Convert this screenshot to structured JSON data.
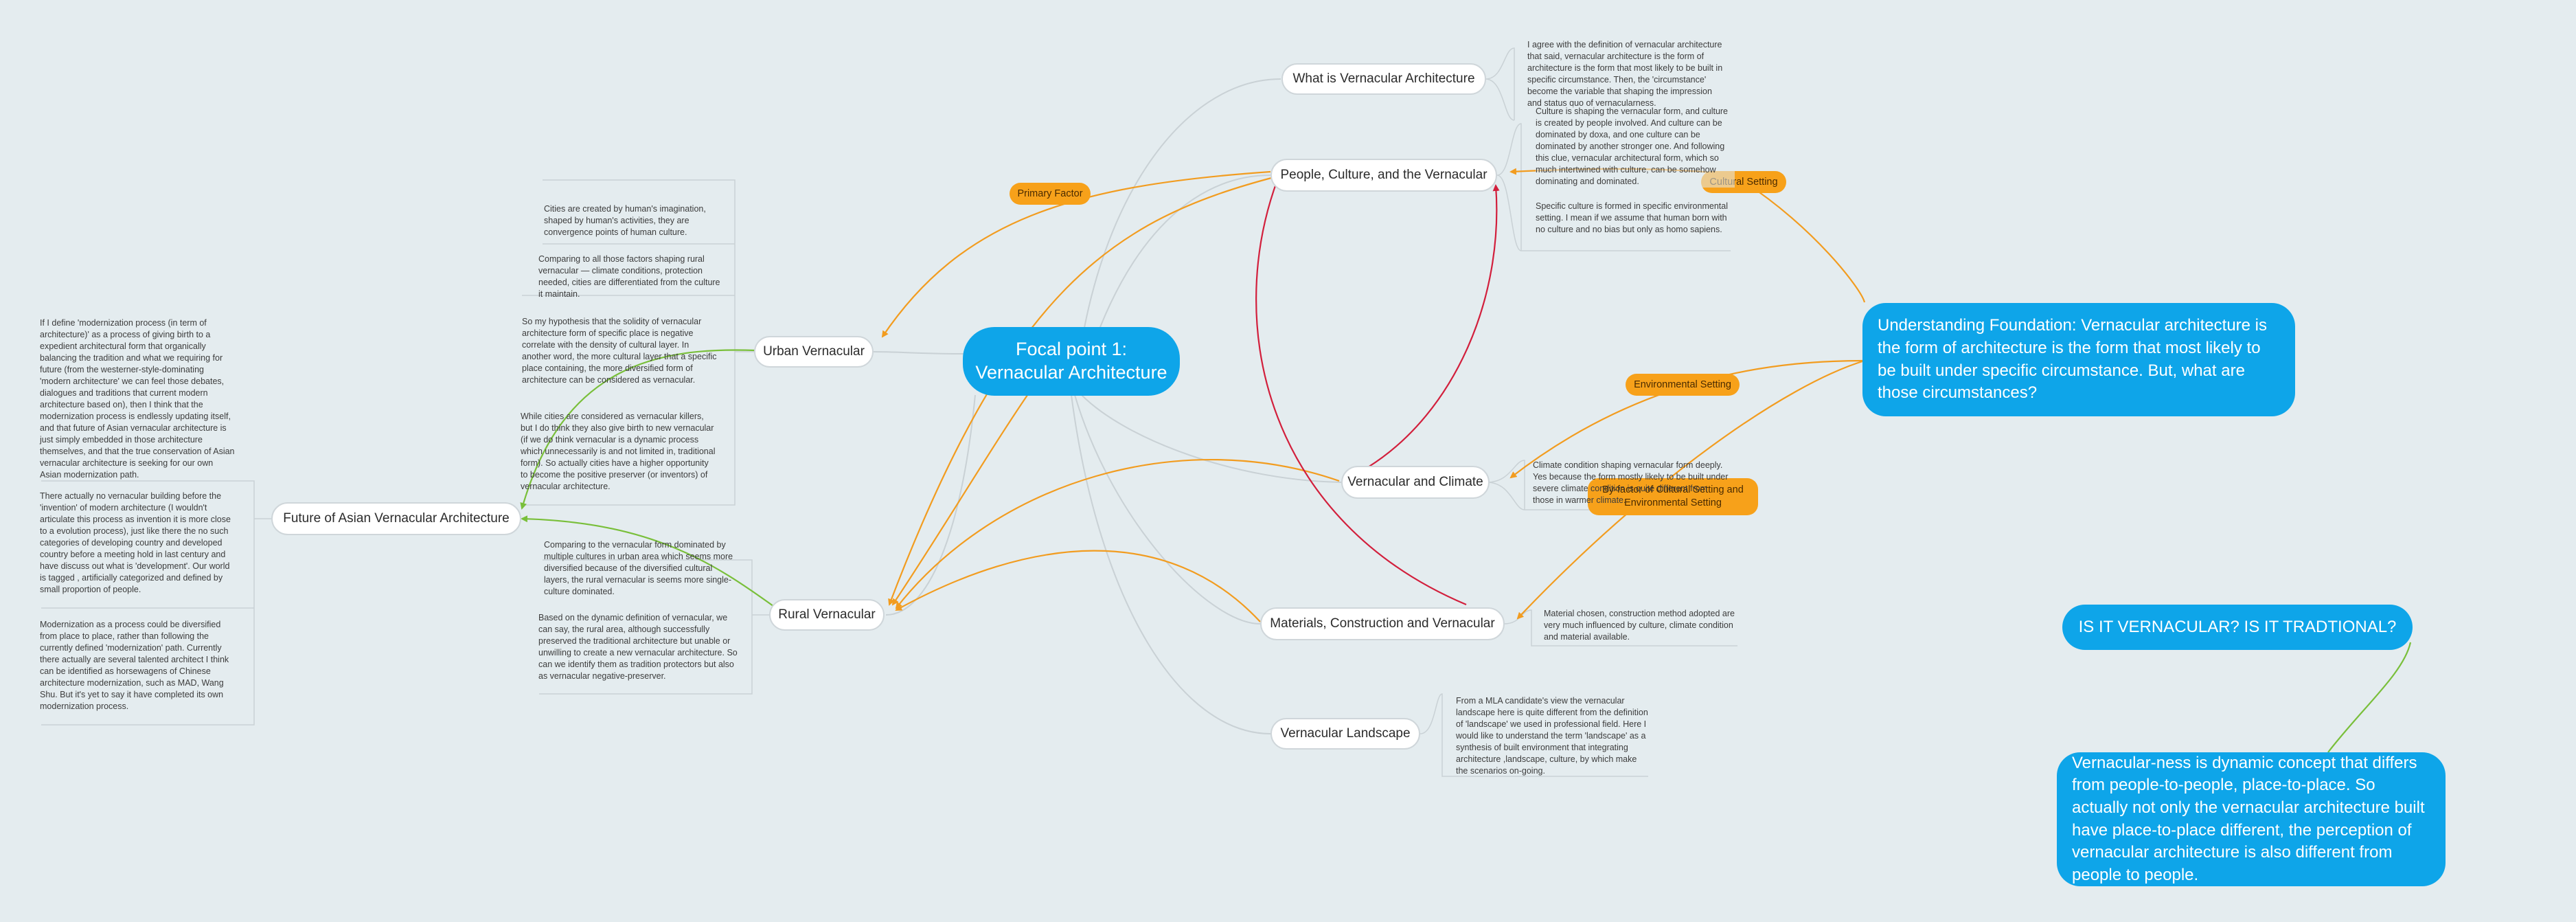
{
  "central": {
    "label": "Focal point 1: Vernacular Architecture"
  },
  "branches": {
    "what_is": "What is Vernacular Architecture",
    "people_culture": "People, Culture, and the Vernacular",
    "urban": "Urban Vernacular",
    "climate": "Vernacular and Climate",
    "materials": "Materials, Construction and Vernacular",
    "landscape": "Vernacular Landscape",
    "rural": "Rural Vernacular",
    "future": "Future of Asian Vernacular Architecture"
  },
  "tags": {
    "primary_factor": "Primary Factor",
    "cultural_setting": "Cultural Setting",
    "environmental_setting": "Environmental Setting",
    "by_factor": "By-factor of Cultural Setting and",
    "by_factor_2": "Environmental Setting"
  },
  "floating": {
    "understanding": "Understanding Foundation: Vernacular architecture is the form of architecture is the form that most likely to be built under specific circumstance. But, what are those circumstances?",
    "is_it": "IS IT VERNACULAR? IS IT TRADTIONAL?",
    "vernacularness": "Vernacular-ness is dynamic concept that differs from people-to-people, place-to-place. So actually not only the vernacular architecture built have place-to-place different, the perception of vernacular architecture is also different from people to people."
  },
  "notes": {
    "what_is_1": "I agree with the definition of vernacular architecture that said, vernacular architecture is the form of architecture is the form that most likely to be built in specific circumstance. Then, the 'circumstance' become the variable that shaping the impression and status quo of vernacularness.",
    "people_1": "Culture is shaping the vernacular form, and culture is created by people involved. And culture can be dominated by doxa, and one culture can be dominated by another stronger one. And following this clue, vernacular architectural form, which so much intertwined with culture, can be somehow dominating and dominated.",
    "people_2": "Specific culture is formed in specific environmental setting. I mean if we assume that human born with no culture and no bias but only as homo sapiens.",
    "urban_1": "Cities are created by human's imagination, shaped by human's activities, they are convergence points of human culture.",
    "urban_2": "Comparing to all those factors shaping rural vernacular — climate conditions, protection needed, cities are differentiated from the culture it maintain.",
    "urban_3": "So my hypothesis that the solidity of vernacular architecture form of specific place is negative correlate with the density of cultural layer. In another word, the more cultural layer that a specific place containing, the more diversified form of architecture can be considered as vernacular.",
    "urban_4": "While cities are considered as vernacular killers, but I do think they also give birth to new vernacular (if we do think vernacular is a dynamic process which unnecessarily is and not limited in, traditional form). So actually cities have a higher opportunity to become the positive preserver (or inventors) of vernacular architecture.",
    "climate_1": "Climate condition shaping vernacular form deeply. Yes because the form mostly likely to be built under severe climate condition is quite different from those in warmer climate.",
    "materials_1": "Material chosen, construction method adopted are very much influenced by culture, climate condition and material available.",
    "landscape_1": "From a MLA candidate's view the vernacular landscape here is quite different from the definition of 'landscape' we used in professional field. Here I would like to understand the term 'landscape' as a synthesis of built environment that integrating architecture ,landscape, culture, by which make the scenarios on-going.",
    "rural_1": "Comparing to the vernacular form dominated by multiple cultures in urban area which seems more diversified because of the diversified cultural layers, the rural vernacular is seems more single-culture dominated.",
    "rural_2": "Based on the dynamic definition of vernacular, we can say, the rural area, although successfully preserved the traditional architecture but unable or unwilling to create a new vernacular architecture. So can we identify them as tradition protectors but also as vernacular negative-preserver.",
    "future_1": "If I define 'modernization process (in term of architecture)' as a process of giving birth to a expedient architectural form that organically balancing the tradition and what we requiring for future (from the westerner-style-dominating 'modern architecture' we can feel those debates, dialogues and traditions that current modern architecture based on), then I think that the modernization process is endlessly updating itself, and that future of Asian vernacular architecture is just simply embedded in those architecture themselves, and that the true conservation of Asian vernacular architecture is seeking for our own Asian modernization path.",
    "future_2": "There actually no vernacular building before the 'invention' of modern architecture (I wouldn't articulate this process as invention it is more close to a evolution process), just like there the no such categories of developing country and developed country before a meeting hold in last century and have discuss out what is 'development'. Our world is tagged , artificially categorized and defined by small proportion of people.",
    "future_3": "Modernization as a process could be diversified from place to place, rather than following the currently defined 'modernization' path. Currently there actually are several talented architect I think can be identified as horsewagens of Chinese architecture modernization, such as MAD, Wang Shu. But it's yet to say it have completed its own modernization process."
  },
  "colors": {
    "background": "#e4ecef",
    "central_fill": "#0ea5e9",
    "tag_fill": "#f7a11a",
    "link_gray": "#c3cbd0",
    "link_orange": "#f29c1f",
    "link_red": "#d21f3c",
    "link_green": "#79bf3a"
  }
}
